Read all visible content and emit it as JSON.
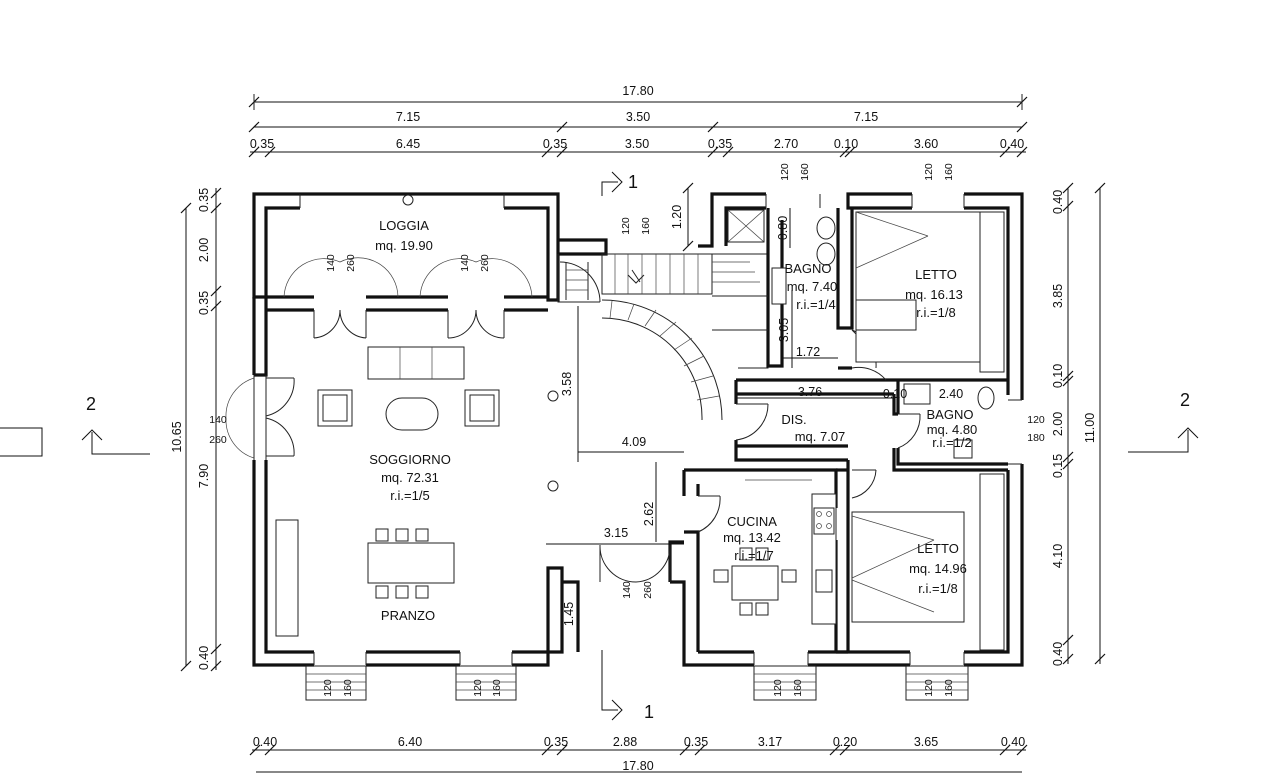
{
  "drawing": {
    "overall_width_top": "17.80",
    "overall_width_bottom": "17.80",
    "top_row2": [
      "7.15",
      "3.50",
      "7.15"
    ],
    "top_row3": [
      "0.35",
      "6.45",
      "0.35",
      "3.50",
      "0.35",
      "2.70",
      "0.10",
      "3.60",
      "0.40"
    ],
    "bottom_row": [
      "0.40",
      "6.40",
      "0.35",
      "2.88",
      "0.35",
      "3.17",
      "0.20",
      "3.65",
      "0.40"
    ],
    "left_outer": "10.65",
    "left_inner": [
      "0.35",
      "2.00",
      "0.35",
      "7.90",
      "0.40"
    ],
    "right_outer": "11.00",
    "right_inner": [
      "0.40",
      "3.85",
      "0.10",
      "2.00",
      "0.15",
      "4.10",
      "0.40"
    ]
  },
  "rooms": {
    "loggia": {
      "name": "LOGGIA",
      "area": "mq. 19.90"
    },
    "soggiorno": {
      "name": "SOGGIORNO",
      "area": "mq. 72.31",
      "ri": "r.i.=1/5"
    },
    "pranzo": {
      "name": "PRANZO"
    },
    "bagno1": {
      "name": "BAGNO",
      "area": "mq. 7.40",
      "ri": "r.i.=1/4"
    },
    "letto1": {
      "name": "LETTO",
      "area": "mq. 16.13",
      "ri": "r.i.=1/8"
    },
    "dis": {
      "name": "DIS.",
      "area": "mq. 7.07"
    },
    "bagno2": {
      "name": "BAGNO",
      "area": "mq. 4.80",
      "ri": "r.i.=1/2"
    },
    "cucina": {
      "name": "CUCINA",
      "area": "mq. 13.42",
      "ri": "r.i.=1/7"
    },
    "letto2": {
      "name": "LETTO",
      "area": "mq. 14.96",
      "ri": "r.i.=1/8"
    }
  },
  "inner_dims": {
    "d120": "1.20",
    "d080": "0.80",
    "d305": "3.05",
    "d172": "1.72",
    "d376": "3.76",
    "d010": "0.10",
    "d240": "2.40",
    "d358": "3.58",
    "d409": "4.09",
    "d262": "2.62",
    "d315": "3.15",
    "d145": "1.45"
  },
  "openings": {
    "h120": "120",
    "h160": "160",
    "h140": "140",
    "h260": "260",
    "h180": "180"
  },
  "sections": {
    "s1": "1",
    "s2": "2"
  }
}
